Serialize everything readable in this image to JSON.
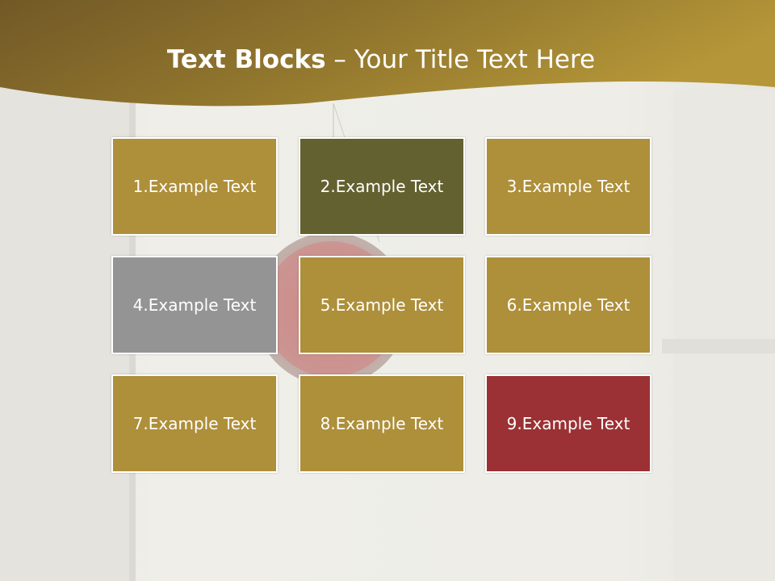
{
  "title": {
    "bold": "Text Blocks",
    "separator": " – ",
    "rest": "Your Title Text Here"
  },
  "colors": {
    "gold": "#ae8f3a",
    "olive": "#636130",
    "gray": "#949494",
    "red": "#9b3134",
    "banner_dark": "#7a6128",
    "banner_light": "#b29238"
  },
  "blocks": [
    {
      "label": "1.Example Text",
      "color": "#ae8f3a"
    },
    {
      "label": "2.Example Text",
      "color": "#636130"
    },
    {
      "label": "3.Example Text",
      "color": "#ae8f3a"
    },
    {
      "label": "4.Example Text",
      "color": "#949494"
    },
    {
      "label": "5.Example Text",
      "color": "#ae8f3a"
    },
    {
      "label": "6.Example Text",
      "color": "#ae8f3a"
    },
    {
      "label": "7.Example Text",
      "color": "#ae8f3a"
    },
    {
      "label": "8.Example Text",
      "color": "#ae8f3a"
    },
    {
      "label": "9.Example Text",
      "color": "#9b3134"
    }
  ]
}
